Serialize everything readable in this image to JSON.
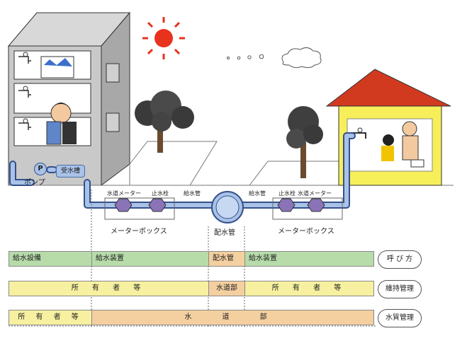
{
  "labels": {
    "pump_letter": "P",
    "pump": "ポンプ",
    "receiving_tank": "受水槽",
    "left_meter": "水道メーター",
    "left_stopcock": "止水栓",
    "left_service_pipe": "給水管",
    "right_service_pipe": "給水管",
    "right_stopcock": "止水栓",
    "right_meter": "水道メーター",
    "left_meter_box": "メーターボックス",
    "distribution_main": "配水管",
    "right_meter_box": "メーターボックス"
  },
  "rows": [
    {
      "segments": [
        "給水設備",
        "給水装置",
        "配水管",
        "給水装置"
      ],
      "label": "呼 び 方"
    },
    {
      "segments": [
        "所 有 者 等",
        "水道部",
        "所 有 者 等"
      ],
      "label": "維持管理"
    },
    {
      "segments": [
        "所 有 者 等",
        "水 道 部"
      ],
      "label": "水質管理"
    }
  ],
  "colors": {
    "green": "#b7dcaa",
    "yellow": "#f6f0a0",
    "orange": "#f4cfa0",
    "pipe": "#a9c2e8",
    "pipe_edge": "#34508a",
    "valve": "#8b73b8",
    "house_wall": "#f6ef5a",
    "roof": "#d23a1f",
    "sun": "#e8321e",
    "building": "#c9c9c9"
  }
}
